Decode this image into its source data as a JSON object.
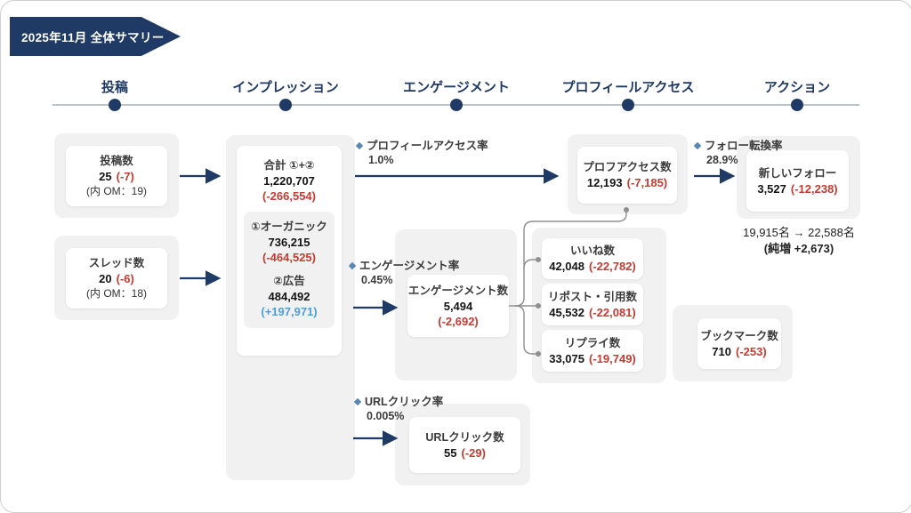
{
  "banner": {
    "title": "2025年11月 全体サマリー"
  },
  "colors": {
    "navy": "#1f3a64",
    "red": "#c43b32",
    "blue": "#4a9fd8",
    "diamond": "#5b87b5",
    "gray_bg": "#f1f1f2",
    "connector": "#8f8f8f",
    "timeline_line": "#b9c2cf"
  },
  "timeline": {
    "stages": [
      {
        "label": "投稿"
      },
      {
        "label": "インプレッション"
      },
      {
        "label": "エンゲージメント"
      },
      {
        "label": "プロフィールアクセス"
      },
      {
        "label": "アクション"
      }
    ]
  },
  "cards": {
    "posts": {
      "title": "投稿数",
      "value": "25",
      "change": "(-7)",
      "note": "(内 OM：19)"
    },
    "threads": {
      "title": "スレッド数",
      "value": "20",
      "change": "(-6)",
      "note": "(内 OM：18)"
    },
    "impressions": {
      "total_label": "合計 ①+②",
      "total_value": "1,220,707",
      "total_change": "(-266,554)",
      "organic_label": "①オーガニック",
      "organic_value": "736,215",
      "organic_change": "(-464,525)",
      "ads_label": "②広告",
      "ads_value": "484,492",
      "ads_change": "(+197,971)"
    },
    "engagement": {
      "title": "エンゲージメント数",
      "value": "5,494",
      "change": "(-2,692)"
    },
    "likes": {
      "title": "いいね数",
      "value": "42,048",
      "change": "(-22,782)"
    },
    "reposts": {
      "title": "リポスト・引用数",
      "value": "45,532",
      "change": "(-22,081)"
    },
    "replies": {
      "title": "リプライ数",
      "value": "33,075",
      "change": "(-19,749)"
    },
    "profile_access": {
      "title": "プロフアクセス数",
      "value": "12,193",
      "change": "(-7,185)"
    },
    "new_follows": {
      "title": "新しいフォロー",
      "value": "3,527",
      "change": "(-12,238)",
      "summary_line1": "19,915名 → 22,588名",
      "summary_line2": "(純増 +2,673)"
    },
    "bookmarks": {
      "title": "ブックマーク数",
      "value": "710",
      "change": "(-253)"
    },
    "url_clicks": {
      "title": "URLクリック数",
      "value": "55",
      "change": "(-29)"
    }
  },
  "rates": {
    "profile_access_rate": {
      "label": "プロフィールアクセス率",
      "value": "1.0%"
    },
    "engagement_rate": {
      "label": "エンゲージメント率",
      "value": "0.45%"
    },
    "url_click_rate": {
      "label": "URLクリック率",
      "value": "0.005%"
    },
    "follow_conversion_rate": {
      "label": "フォロー転換率",
      "value": "28.9%"
    }
  }
}
